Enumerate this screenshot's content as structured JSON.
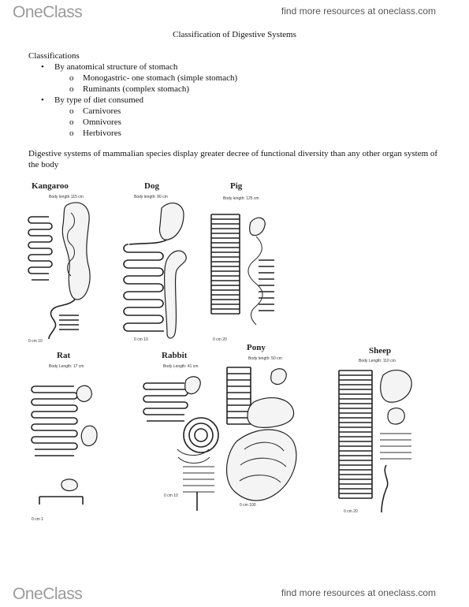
{
  "header": {
    "logo": "OneClass",
    "link": "find more resources at oneclass.com"
  },
  "footer": {
    "logo": "OneClass",
    "link": "find more resources at oneclass.com"
  },
  "doc": {
    "title": "Classification of Digestive Systems",
    "section_heading": "Classifications",
    "bullet1": "By anatomical structure of stomach",
    "sub1a": "Monogastric- one stomach (simple stomach)",
    "sub1b": "Ruminants (complex stomach)",
    "bullet2": "By type of diet consumed",
    "sub2a": "Carnivores",
    "sub2b": "Omnivores",
    "sub2c": "Herbivores",
    "paragraph": "Digestive systems of mammalian species display greater decree of functional diversity than any other organ system of the body"
  },
  "figure": {
    "animals": [
      "Kangaroo",
      "Dog",
      "Pig",
      "Rat",
      "Rabbit",
      "Pony",
      "Sheep"
    ],
    "captions": {
      "kangaroo": "Body length 115 cm",
      "dog": "Body length: 90 cm",
      "pig": "Body length: 125 cm",
      "rat": "Body Length: 17 cm",
      "rabbit": "Body Length: 41 cm",
      "pony": "Body length: 50 cm",
      "sheep": "Body Length: 110 cm"
    },
    "scales": {
      "kangaroo": "0 cm 10",
      "dog": "0 cm 10",
      "pig": "0 cm 20",
      "rat": "0 cm 1",
      "rabbit": "0 cm 10",
      "pony": "0 cm 100",
      "sheep": "0 cm 20"
    }
  }
}
